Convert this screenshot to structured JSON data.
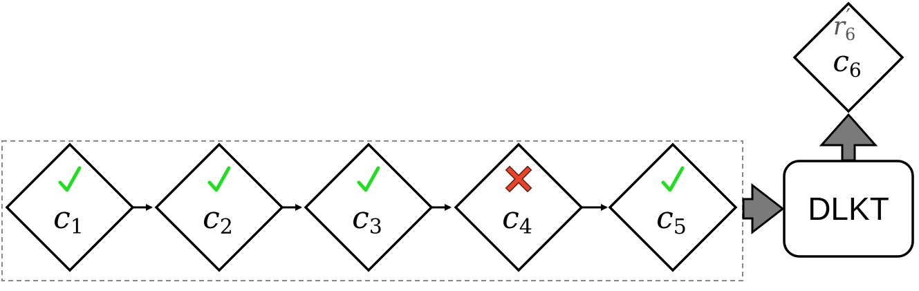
{
  "diagram": {
    "sequence_nodes": [
      {
        "var": "c",
        "sub": "1",
        "status": "correct"
      },
      {
        "var": "c",
        "sub": "2",
        "status": "correct"
      },
      {
        "var": "c",
        "sub": "3",
        "status": "correct"
      },
      {
        "var": "c",
        "sub": "4",
        "status": "incorrect"
      },
      {
        "var": "c",
        "sub": "5",
        "status": "correct"
      }
    ],
    "model": {
      "label": "DLKT"
    },
    "target_node": {
      "var": "c",
      "sub": "6",
      "prediction_var": "r",
      "prediction_sub": "6",
      "prediction_prime": "′"
    },
    "colors": {
      "correct": "#22dd22",
      "incorrect": "#e8442a",
      "stroke": "#000000",
      "block_arrow": "#7a7a7a",
      "group_border": "#888888",
      "prediction_text": "#555555"
    },
    "icons": {
      "correct": "check-icon",
      "incorrect": "cross-icon"
    }
  }
}
